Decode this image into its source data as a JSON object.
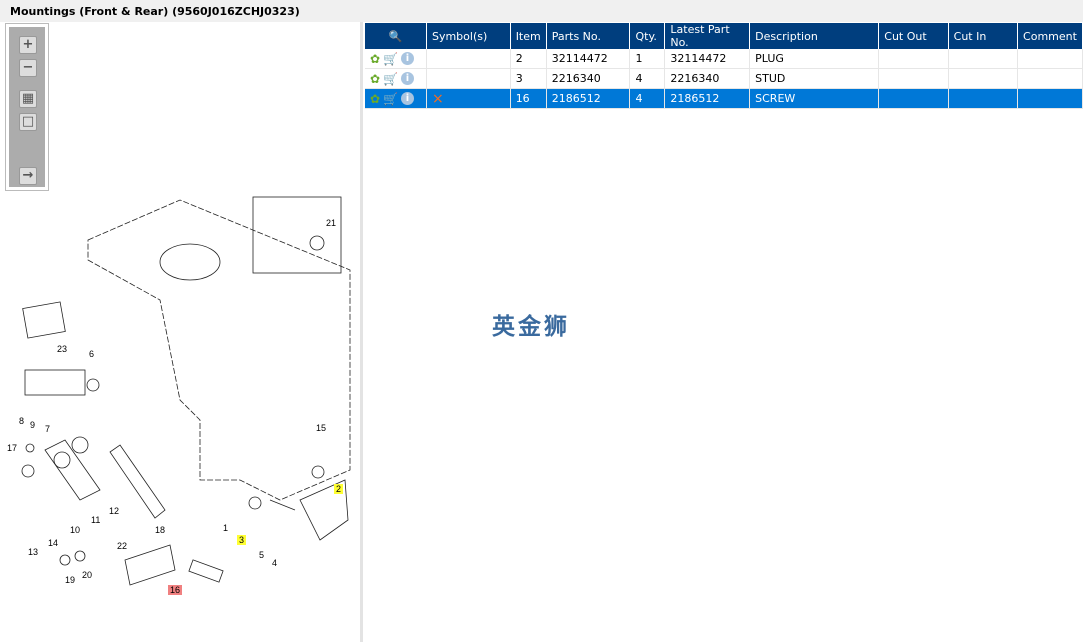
{
  "title": "Mountings (Front & Rear) (9560J016ZCHJ0323)",
  "toolbar": {
    "zoom_in": "+",
    "zoom_out": "−",
    "fit": "▦",
    "actual": "□",
    "export": "→"
  },
  "table": {
    "headers": [
      "",
      "Symbol(s)",
      "Item",
      "Parts No.",
      "Qty.",
      "Latest Part No.",
      "Description",
      "Cut Out",
      "Cut In",
      "Comment"
    ],
    "rows": [
      {
        "item": "2",
        "parts_no": "32114472",
        "qty": "1",
        "latest": "32114472",
        "description": "PLUG",
        "symbol": "",
        "selected": false
      },
      {
        "item": "3",
        "parts_no": "2216340",
        "qty": "4",
        "latest": "2216340",
        "description": "STUD",
        "symbol": "",
        "selected": false
      },
      {
        "item": "16",
        "parts_no": "2186512",
        "qty": "4",
        "latest": "2186512",
        "description": "SCREW",
        "symbol": "×",
        "selected": true
      }
    ]
  },
  "icons": {
    "gear": "✿",
    "cart": "🛒",
    "info": "i"
  },
  "watermark": "英金狮",
  "callouts": [
    "21",
    "23",
    "6",
    "8",
    "9",
    "7",
    "17",
    "15",
    "2",
    "3",
    "1",
    "12",
    "18",
    "11",
    "10",
    "14",
    "13",
    "22",
    "5",
    "4",
    "19",
    "20",
    "16"
  ],
  "colors": {
    "header": "#003e7e",
    "selected": "#0078d7",
    "highlight_yellow": "#ffff33",
    "highlight_red": "#f08080"
  }
}
